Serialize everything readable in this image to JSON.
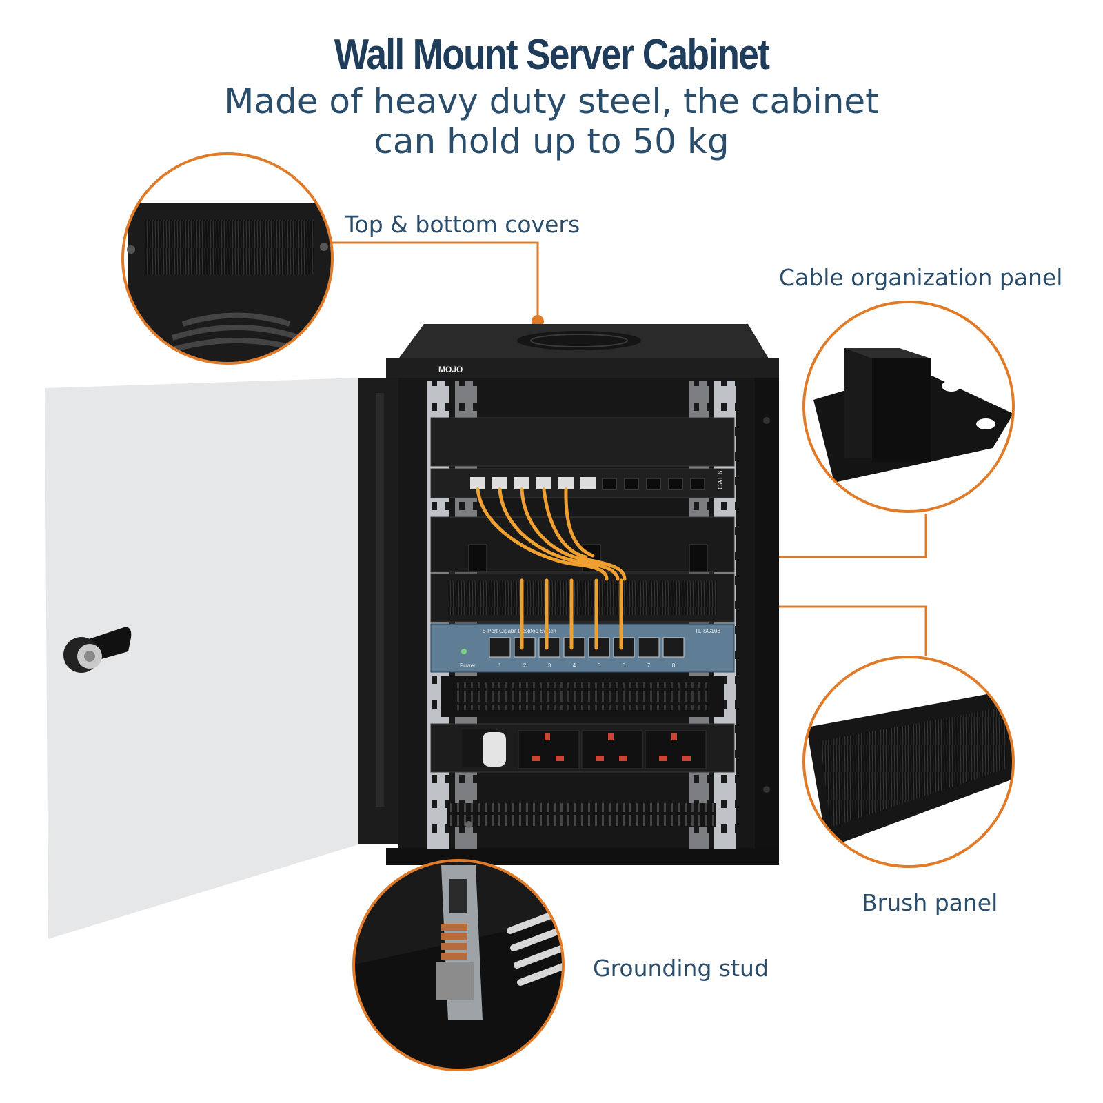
{
  "heading": {
    "title": "Wall Mount Server Cabinet",
    "subtitle": "Made of heavy duty steel, the cabinet can hold up to 50 kg"
  },
  "callouts": {
    "top_bottom_covers": "Top & bottom covers",
    "cable_organization_panel": "Cable organization panel",
    "brush_panel": "Brush panel",
    "grounding_stud": "Grounding stud"
  },
  "product": {
    "brand": "MOJO",
    "patch_panel_label": "CAT 6",
    "switch_label": "8-Port Gigabit Desktop Switch",
    "switch_model": "TL-SG108",
    "switch_power_label": "Power",
    "port_numbers": [
      "1",
      "2",
      "3",
      "4",
      "5",
      "6",
      "7",
      "8"
    ]
  },
  "colors": {
    "accent": "#e07b2a",
    "heading": "#1f3d5a",
    "text": "#2a4d6b",
    "cabinet": "#1a1a1a",
    "cable": "#f0a030",
    "switch_panel": "#5f7d94"
  }
}
